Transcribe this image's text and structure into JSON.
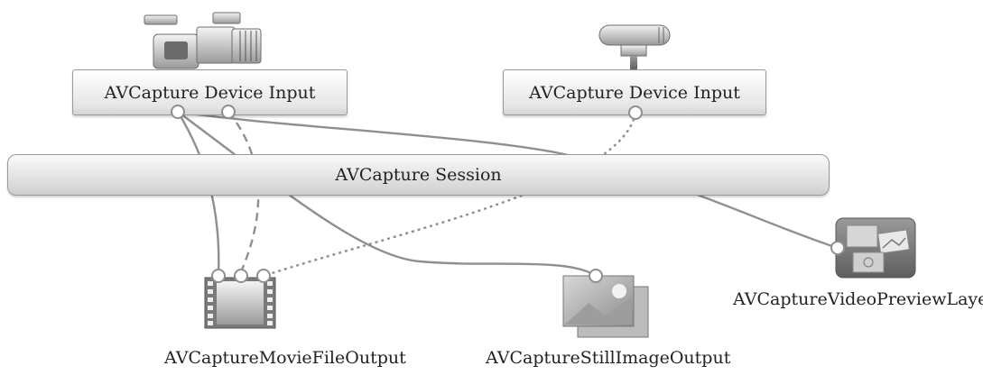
{
  "nodes": {
    "camera_input": {
      "label": "AVCapture Device Input",
      "icon": "video-camera-icon"
    },
    "mic_input": {
      "label": "AVCapture Device Input",
      "icon": "microphone-icon"
    },
    "session": {
      "label": "AVCapture Session"
    },
    "movie_output": {
      "label": "AVCaptureMovieFileOutput",
      "icon": "film-strip-icon"
    },
    "still_output": {
      "label": "AVCaptureStillImageOutput",
      "icon": "photo-stack-icon"
    },
    "preview_layer": {
      "label": "AVCaptureVideoPreviewLayer",
      "icon": "preview-layer-icon"
    }
  },
  "connections": [
    {
      "from": "camera_input",
      "to": "movie_output",
      "style": "solid"
    },
    {
      "from": "camera_input",
      "to": "movie_output",
      "style": "dashed"
    },
    {
      "from": "mic_input",
      "to": "movie_output",
      "style": "dotted"
    },
    {
      "from": "camera_input",
      "to": "still_output",
      "style": "solid"
    },
    {
      "from": "camera_input",
      "to": "preview_layer",
      "style": "solid"
    }
  ],
  "colors": {
    "line": "#8f8f8f",
    "box_border": "#9a9a9a",
    "text": "#222222"
  }
}
